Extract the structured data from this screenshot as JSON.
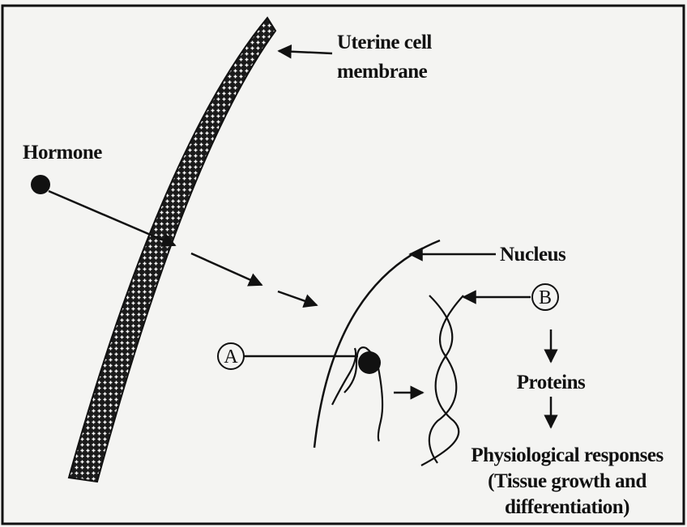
{
  "labels": {
    "membrane_line1": "Uterine cell",
    "membrane_line2": "membrane",
    "hormone": "Hormone",
    "nucleus": "Nucleus",
    "marker_a": "A",
    "marker_b": "B",
    "proteins": "Proteins",
    "responses_line1": "Physiological responses",
    "responses_line2": "(Tissue growth and",
    "responses_line3": "differentiation)"
  },
  "colors": {
    "background": "#f4f4f2",
    "ink": "#111111",
    "membrane_fill": "#1a1a1a",
    "membrane_pattern": "#ffffff"
  }
}
